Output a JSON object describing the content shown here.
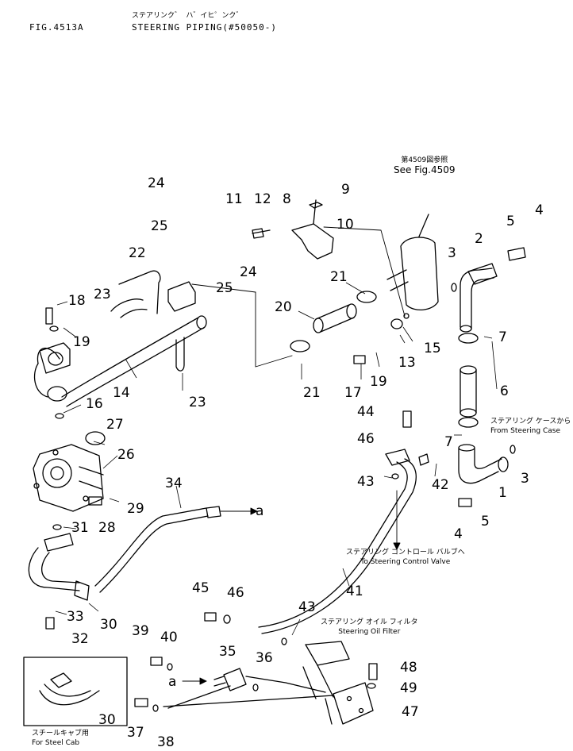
{
  "header": {
    "fig_number": "FIG.4513A",
    "title_kana": "ステアリンク゛ ハ゛イヒ゜ンク゛",
    "title": "STEERING PIPING(#50050-)"
  },
  "notes": {
    "see_fig_jp": "第4509図参照",
    "see_fig_en": "See Fig.4509",
    "from_case_jp": "ステアリング ケースから",
    "from_case_en": "From Steering Case",
    "to_valve_jp": "ステアリング コントロール バルブへ",
    "to_valve_en": "To Steering Control Valve",
    "oil_filter_jp": "ステアリング オイル フィルタ",
    "oil_filter_en": "Steering Oil Filter",
    "steel_cab_jp": "スチールキャブ用",
    "steel_cab_en": "For Steel Cab"
  },
  "callouts": {
    "n1": "1",
    "n2": "2",
    "n3a": "3",
    "n3b": "3",
    "n4a": "4",
    "n4b": "4",
    "n5a": "5",
    "n5b": "5",
    "n6": "6",
    "n7a": "7",
    "n7b": "7",
    "n8": "8",
    "n9": "9",
    "n10": "10",
    "n11": "11",
    "n12": "12",
    "n13": "13",
    "n14": "14",
    "n15": "15",
    "n16": "16",
    "n17": "17",
    "n18": "18",
    "n19a": "19",
    "n19b": "19",
    "n20": "20",
    "n21a": "21",
    "n21b": "21",
    "n22": "22",
    "n23a": "23",
    "n23b": "23",
    "n24a": "24",
    "n24b": "24",
    "n25a": "25",
    "n25b": "25",
    "n26": "26",
    "n27": "27",
    "n28": "28",
    "n29": "29",
    "n30a": "30",
    "n30b": "30",
    "n31": "31",
    "n32": "32",
    "n33": "33",
    "n34": "34",
    "n35": "35",
    "n36": "36",
    "n37": "37",
    "n38": "38",
    "n39": "39",
    "n40": "40",
    "n41": "41",
    "n42": "42",
    "n43a": "43",
    "n43b": "43",
    "n44": "44",
    "n45": "45",
    "n46": "46",
    "n47": "47",
    "n48": "48",
    "n49": "49",
    "a1": "a",
    "a2": "a"
  }
}
